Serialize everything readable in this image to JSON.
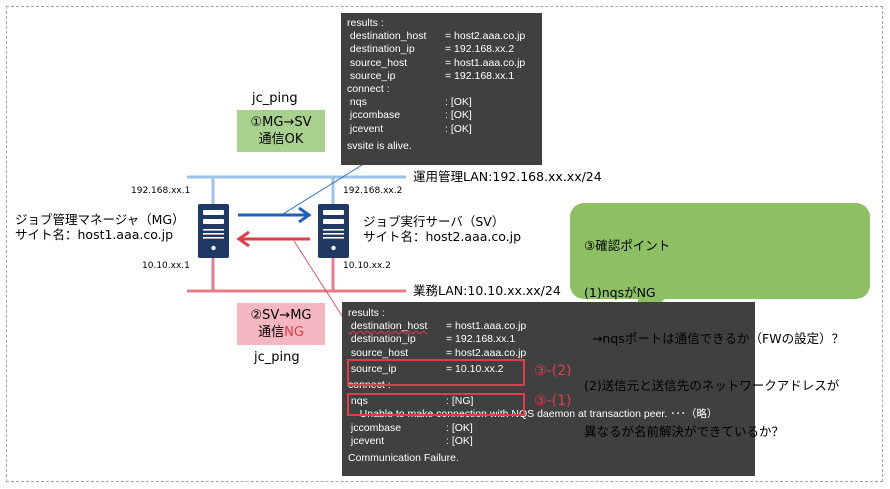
{
  "colors": {
    "mgmt_lan": "#9dc3e6",
    "business_lan": "#e87c87",
    "server": "#1f3864",
    "arrow_ok": "#1f5fbf",
    "arrow_ng": "#e03c4b",
    "terminal_bg": "#404040",
    "ok_box": "#a9d18e",
    "ng_box": "#f4b6bf",
    "callout": "#8cc063",
    "highlight": "#e03c4b"
  },
  "mg": {
    "name": "ジョブ管理マネージャ（MG）",
    "site": "サイト名：host1.aaa.co.jp",
    "mgmt_ip": "192.168.xx.1",
    "business_ip": "10.10.xx.1",
    "icon": "server-icon"
  },
  "sv": {
    "name": "ジョブ実行サーバ（SV）",
    "site": "サイト名：host2.aaa.co.jp",
    "mgmt_ip": "192.168.xx.2",
    "business_ip": "10.10.xx.2",
    "icon": "server-icon"
  },
  "lans": {
    "mgmt": "運用管理LAN:192.168.xx.xx/24",
    "business": "業務LAN:10.10.xx.xx/24"
  },
  "test_ok": {
    "command": "jc_ping",
    "line1": "①MG→SV",
    "line2_prefix": "通信",
    "line2_status": "OK"
  },
  "test_ng": {
    "command": "jc_ping",
    "line1": "②SV→MG",
    "line2_prefix": "通信",
    "line2_status": "NG"
  },
  "terminal_ok": {
    "header": "results :",
    "results": [
      {
        "key": " destination_host",
        "value": "= host2.aaa.co.jp"
      },
      {
        "key": " destination_ip",
        "value": "= 192.168.xx.2"
      },
      {
        "key": " source_host",
        "value": "= host1.aaa.co.jp"
      },
      {
        "key": " source_ip",
        "value": "= 192.168.xx.1"
      }
    ],
    "connect_header": "connect :",
    "connect": [
      {
        "key": " nqs",
        "value": ": [OK]"
      },
      {
        "key": " jccombase",
        "value": ": [OK]"
      },
      {
        "key": " jcevent",
        "value": ": [OK]"
      }
    ],
    "footer": "svsite is alive."
  },
  "terminal_ng": {
    "header": "results :",
    "results": [
      {
        "key": " destination_host",
        "value": "= host1.aaa.co.jp"
      },
      {
        "key": " destination_ip",
        "value": "= 192.168.xx.1"
      },
      {
        "key": " source_host",
        "value": "= host2.aaa.co.jp"
      },
      {
        "key": " source_ip",
        "value": "= 10.10.xx.2"
      }
    ],
    "connect_header": "connect :",
    "connect": [
      {
        "key": " nqs",
        "value": ": [NG]"
      },
      {
        "key": "",
        "value": "    Unable to make connection with NQS daemon at transaction peer. ･･･（略）"
      },
      {
        "key": " jccombase",
        "value": ": [OK]"
      },
      {
        "key": " jcevent",
        "value": ": [OK]"
      }
    ],
    "footer": "Communication Failure."
  },
  "highlights": [
    {
      "label": "③-(2)"
    },
    {
      "label": "③-(1)"
    }
  ],
  "callout": {
    "lines": [
      "③確認ポイント",
      "(1)nqsがNG",
      "  →nqsポートは通信できるか（FWの設定）？",
      "(2)送信元と送信先のネットワークアドレスが",
      "異なるが名前解決ができているか？"
    ]
  }
}
